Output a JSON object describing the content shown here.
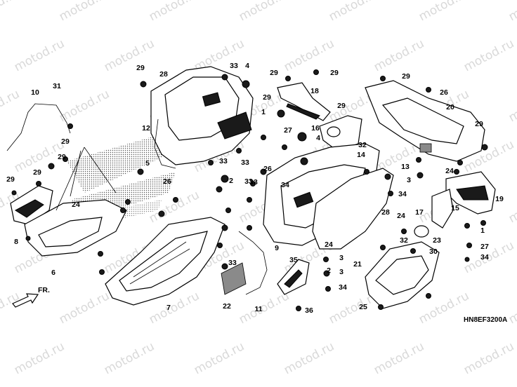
{
  "watermark": {
    "text": "motod.ru"
  },
  "diagram": {
    "code": "HN8EF3200A",
    "direction_label": "FR."
  },
  "callouts": [
    "29",
    "28",
    "33",
    "4",
    "29",
    "29",
    "18",
    "29",
    "26",
    "10",
    "31",
    "12",
    "29",
    "16",
    "29",
    "20",
    "29",
    "5",
    "1",
    "27",
    "4",
    "14",
    "3",
    "34",
    "32",
    "24",
    "33",
    "33",
    "26",
    "33",
    "29",
    "8",
    "6",
    "29",
    "24",
    "29",
    "2",
    "33",
    "13",
    "34",
    "28",
    "15",
    "19",
    "17",
    "24",
    "1",
    "30",
    "27",
    "34",
    "3",
    "33",
    "23",
    "32",
    "24",
    "3",
    "9",
    "7",
    "22",
    "11",
    "35",
    "2",
    "34",
    "21",
    "25",
    "36",
    "29",
    "26"
  ]
}
